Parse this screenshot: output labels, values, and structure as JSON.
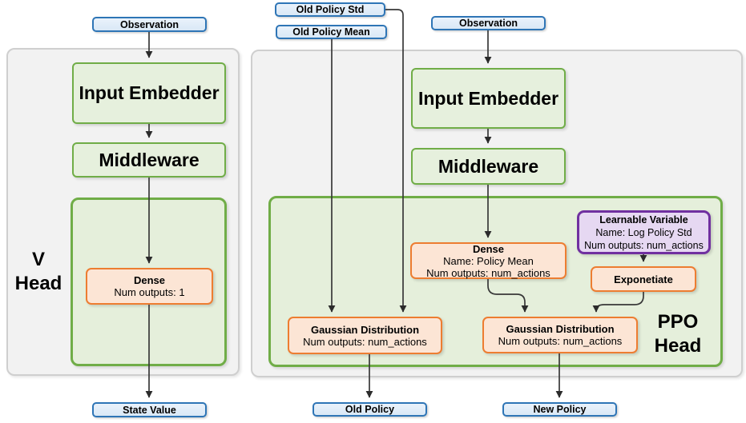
{
  "palette": {
    "blue_border": "#2E75B6",
    "blue_fill": "#DEEBF7",
    "green_border": "#70AD47",
    "green_fill": "#E6F0DD",
    "orange_border": "#ED7D31",
    "orange_fill": "#FCE5D5",
    "purple_border": "#7030A0",
    "purple_fill": "#E6D8F2",
    "panel_fill": "#F2F2F2",
    "panel_border": "#CFCFCF",
    "arrow": "#383838"
  },
  "v_head": {
    "label_line1": "V",
    "label_line2": "Head",
    "observation": "Observation",
    "input_embedder": "Input Embedder",
    "middleware": "Middleware",
    "dense": {
      "title": "Dense",
      "line1": "Num outputs: 1"
    },
    "output": "State Value"
  },
  "ppo_head": {
    "label_line1": "PPO",
    "label_line2": "Head",
    "old_policy_std": "Old Policy Std",
    "old_policy_mean": "Old Policy Mean",
    "observation": "Observation",
    "input_embedder": "Input Embedder",
    "middleware": "Middleware",
    "dense": {
      "title": "Dense",
      "line1": "Name: Policy Mean",
      "line2": "Num outputs: num_actions"
    },
    "learnable_variable": {
      "title": "Learnable Variable",
      "line1": "Name: Log Policy Std",
      "line2": "Num outputs: num_actions"
    },
    "exponetiate": "Exponetiate",
    "gaussian_old": {
      "title": "Gaussian Distribution",
      "line1": "Num outputs: num_actions"
    },
    "gaussian_new": {
      "title": "Gaussian Distribution",
      "line1": "Num outputs: num_actions"
    },
    "old_policy": "Old Policy",
    "new_policy": "New Policy"
  }
}
